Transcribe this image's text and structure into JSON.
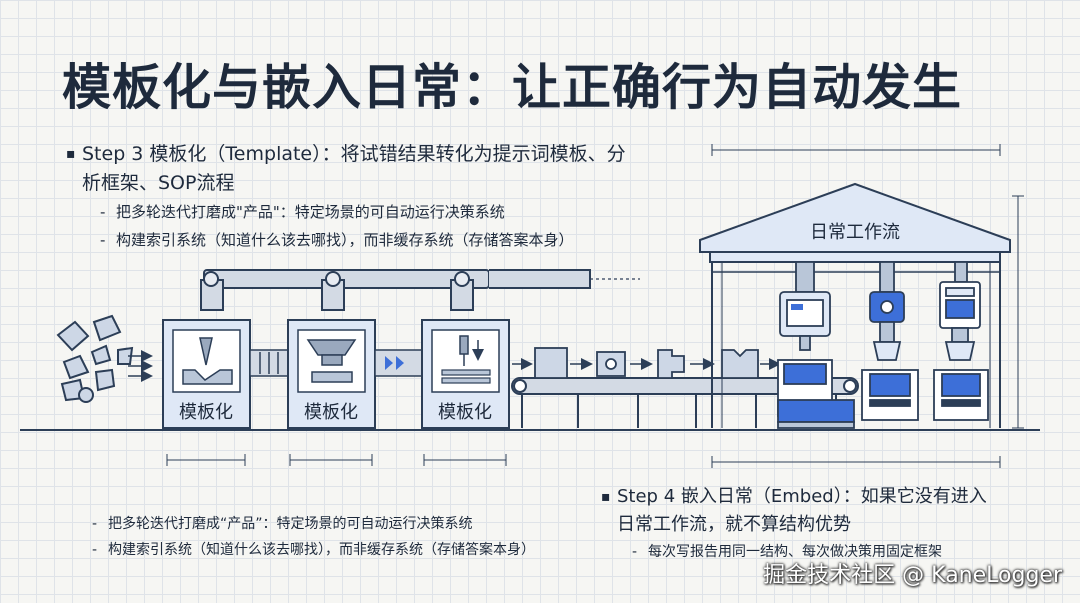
{
  "title": "模板化与嵌入日常：让正确行为自动发生",
  "step3": {
    "heading_line1": "Step 3 模板化（Template）：将试错结果转化为提示词模板、分",
    "heading_line2": "析框架、SOP流程",
    "subs": [
      "把多轮迭代打磨成\"产品\"：特定场景的可自动运行决策系统",
      "构建索引系统（知道什么该去哪找），而非缓存系统（存储答案本身）"
    ]
  },
  "bottom_left": {
    "subs": [
      "把多轮迭代打磨成“产品”：特定场景的可自动运行决策系统",
      "构建索引系统（知道什么该去哪找），而非缓存系统（存储答案本身）"
    ]
  },
  "step4": {
    "heading_line1": "Step 4 嵌入日常（Embed）：如果它没有进入",
    "heading_line2": "日常工作流，就不算结构优势",
    "subs": [
      "每次写报告用同一结构、每次做决策用固定框架"
    ]
  },
  "diagram": {
    "machine_labels": [
      "模板化",
      "模板化",
      "模板化"
    ],
    "factory_label": "日常工作流"
  },
  "watermark": "掘金技术社区 @ KaneLogger",
  "colors": {
    "machine_fill": "#dfe8f6",
    "machine_stroke": "#2c3e57",
    "accent_blue": "#3d6fd8",
    "pipe_fill": "#d3dae4"
  }
}
